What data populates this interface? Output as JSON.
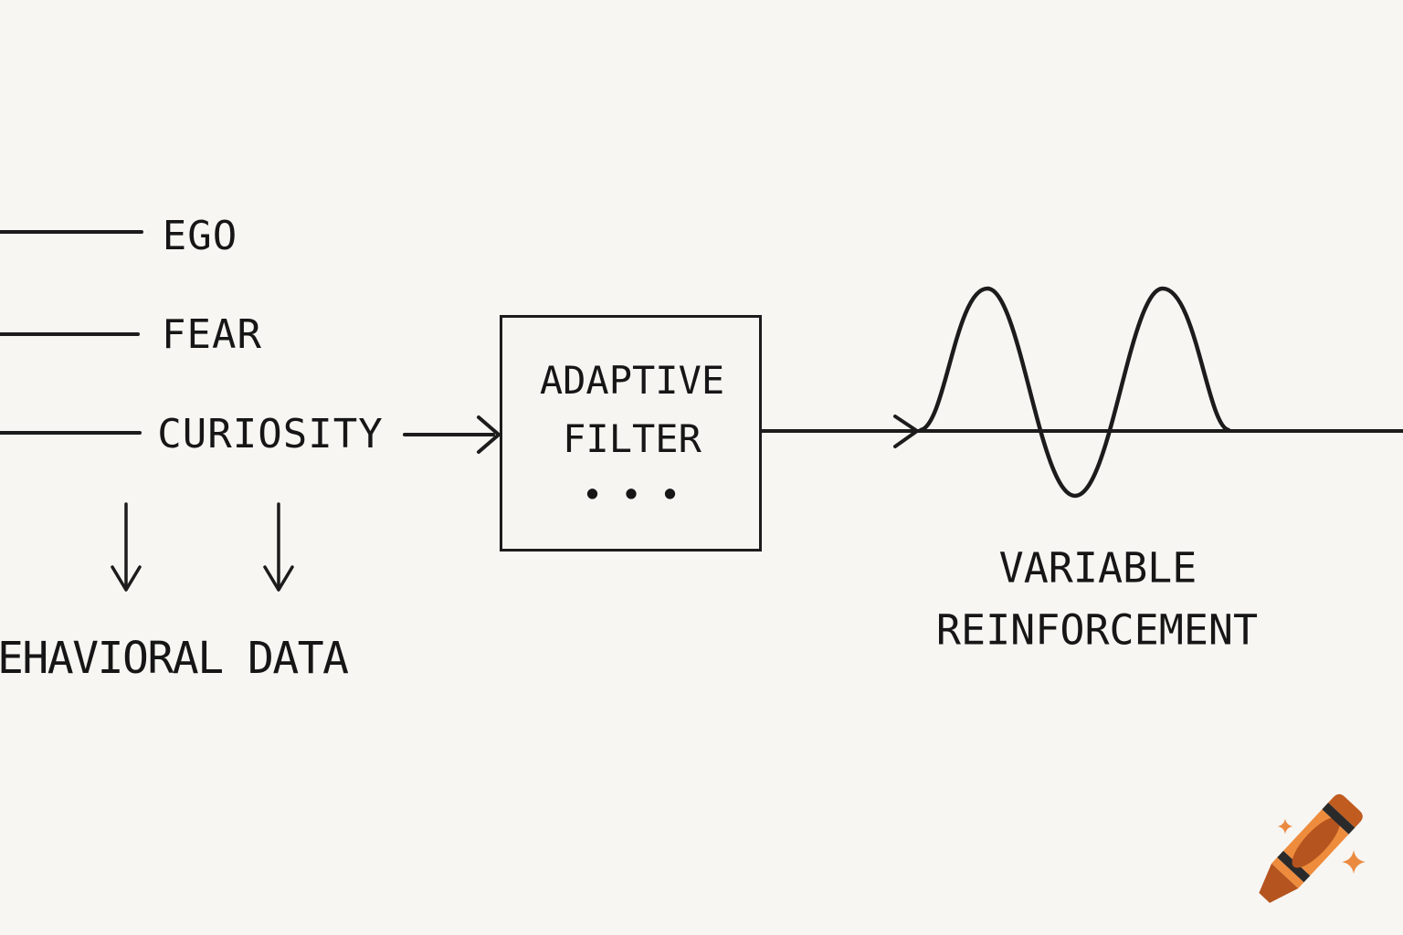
{
  "page": {
    "background_color": "#f7f6f3",
    "ink_color": "#1c1c1c"
  },
  "diagram": {
    "inputs": [
      {
        "label": "EGO"
      },
      {
        "label": "FEAR"
      },
      {
        "label": "CURIOSITY"
      }
    ],
    "filter_box": {
      "line1": "ADAPTIVE",
      "line2": "FILTER",
      "ellipsis": "• • •"
    },
    "output": {
      "line1": "VARIABLE",
      "line2": "REINFORCEMENT",
      "waveform": "irregular-sine-wave"
    },
    "bottom_label": "EHAVIORAL DATA"
  },
  "watermark": {
    "icon": "crayon-with-sparkles",
    "crayon_body_color": "#ee8c3e",
    "crayon_dark_color": "#b5541e",
    "crayon_stripe_color": "#2a2a2a",
    "sparkle_color": "#ea8a40"
  }
}
